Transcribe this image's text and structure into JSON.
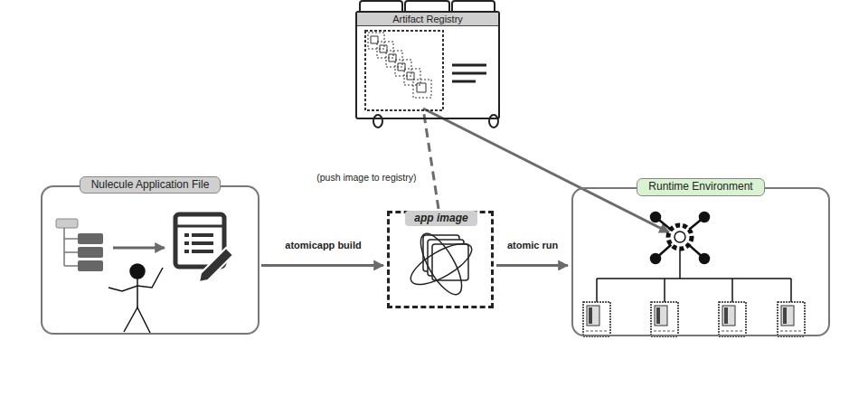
{
  "diagram": {
    "nodes": [
      {
        "text": [
          "Artifact Registry"
        ]
      },
      {
        "text": [
          "Nulecule Application File"
        ]
      },
      {
        "text": [
          "app image"
        ]
      },
      {
        "text": [
          "Runtime Environment"
        ]
      }
    ],
    "edges": [
      {
        "from": 1,
        "to": 2,
        "arrow": "to",
        "label": "atomicapp build"
      },
      {
        "from": 2,
        "to": 0,
        "arrow": "none",
        "label": "(push image to registry)"
      },
      {
        "from": 2,
        "to": 3,
        "arrow": "to",
        "label": "atomic run"
      },
      {
        "from": 0,
        "to": 3,
        "arrow": "to"
      }
    ]
  }
}
